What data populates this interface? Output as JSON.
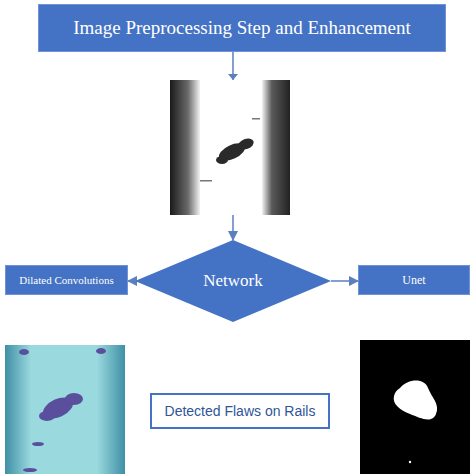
{
  "diagram": {
    "nodes": [
      {
        "text": [
          "Image Preprocessing Step and Enhancement"
        ]
      },
      {
        "text": [
          "Network"
        ]
      },
      {
        "text": [
          "Dilated Convolutions"
        ]
      },
      {
        "text": [
          "Unet"
        ]
      },
      {
        "text": [
          "Detected Flaws on Rails"
        ]
      }
    ],
    "edges": [
      {
        "from": 0,
        "to": 1,
        "arrow": "to"
      },
      {
        "from": 1,
        "to": 2,
        "arrow": "to"
      },
      {
        "from": 1,
        "to": 3,
        "arrow": "to"
      }
    ]
  }
}
